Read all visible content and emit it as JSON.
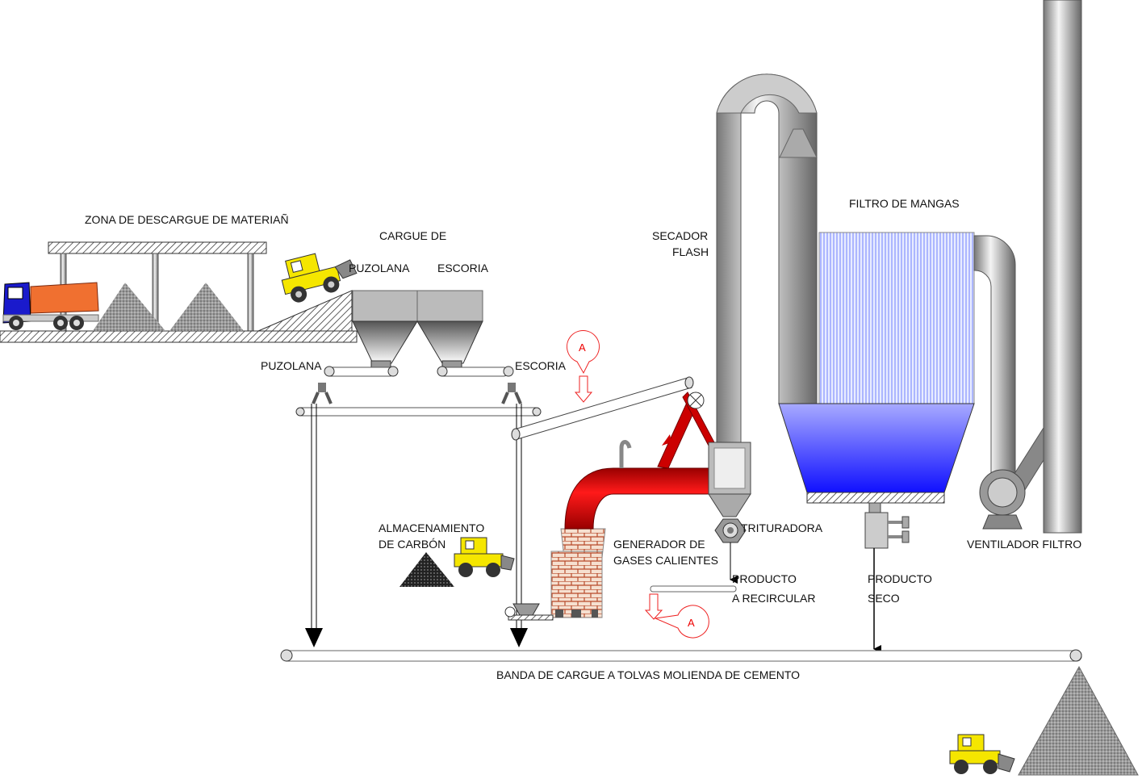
{
  "labels": {
    "unloading_zone": "ZONA DE DESCARGUE DE MATERIAÑ",
    "loading_of": "CARGUE DE",
    "pozzolan_top": "PUZOLANA",
    "slag_top": "ESCORIA",
    "pozzolan_conveyor": "PUZOLANA",
    "slag_conveyor": "ESCORIA",
    "flash_dryer_1": "SECADOR",
    "flash_dryer_2": "FLASH",
    "bag_filter": "FILTRO DE MANGAS",
    "coal_storage_1": "ALMACENAMIENTO",
    "coal_storage_2": "DE CARBÓN",
    "hot_gas_generator_1": "GENERADOR DE",
    "hot_gas_generator_2": "GASES CALIENTES",
    "crusher": "TRITURADORA",
    "recirculate_1": "PRODUCTO",
    "recirculate_2": "A RECIRCULAR",
    "dry_product_1": "PRODUCTO",
    "dry_product_2": "SECO",
    "filter_fan": "VENTILADOR FILTRO",
    "main_belt": "BANDA DE CARGUE A TOLVAS MOLIENDA DE CEMENTO",
    "connector_top": "A",
    "connector_bottom": "A"
  },
  "colors": {
    "hot_gas_duct": "#cc0000",
    "filter_hopper": "#2a2aff",
    "filter_bags": "#a8b8ff",
    "loader": "#f5e600",
    "truck_cab": "#1a1acc",
    "truck_bed": "#f07030",
    "connector": "#ee2222"
  }
}
